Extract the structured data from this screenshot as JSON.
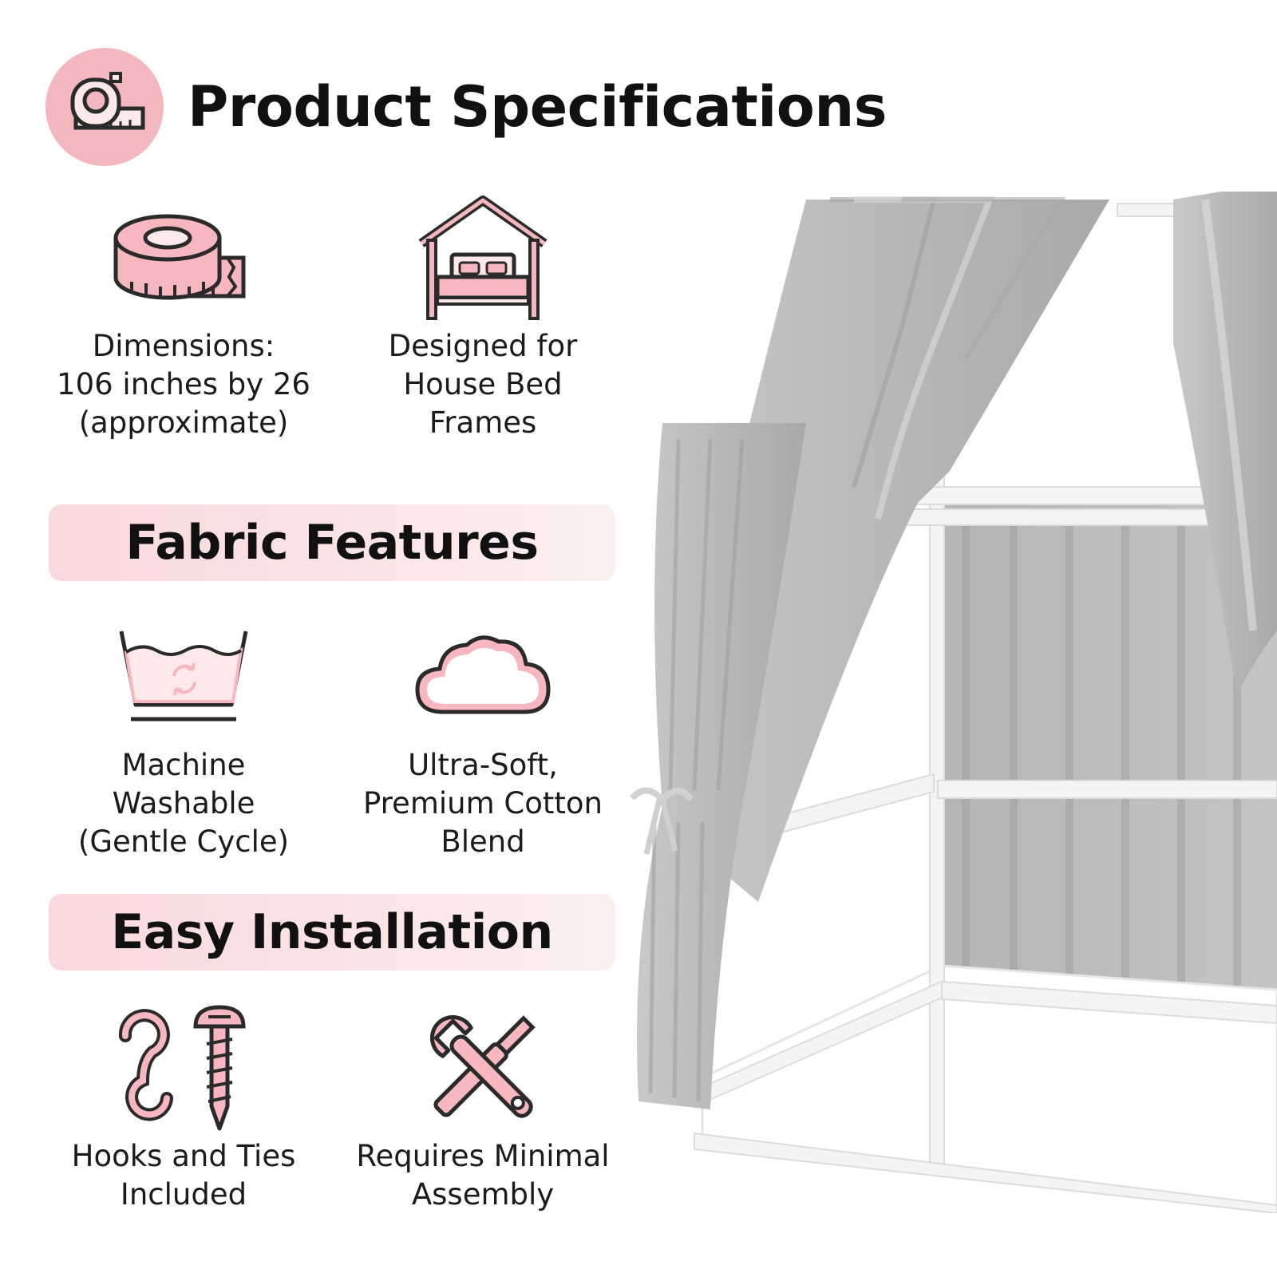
{
  "header": {
    "title": "Product Specifications",
    "icon": "tape-measure-icon"
  },
  "specs": [
    {
      "icon": "measuring-tape-icon",
      "caption": "Dimensions:\n106 inches by 26\n(approximate)"
    },
    {
      "icon": "house-bed-icon",
      "caption": "Designed for\nHouse Bed\nFrames"
    }
  ],
  "fabric": {
    "title": "Fabric Features",
    "items": [
      {
        "icon": "wash-tub-icon",
        "caption": "Machine\nWashable\n(Gentle Cycle)"
      },
      {
        "icon": "cloud-icon",
        "caption": "Ultra-Soft,\nPremium Cotton\nBlend"
      }
    ]
  },
  "installation": {
    "title": "Easy Installation",
    "items": [
      {
        "icon": "hook-and-screw-icon",
        "caption": "Hooks and Ties\nIncluded"
      },
      {
        "icon": "wrench-screwdriver-icon",
        "caption": "Requires Minimal\nAssembly"
      }
    ]
  },
  "colors": {
    "accent_pink": "#f3b8bd",
    "icon_fill": "#f7b7bf",
    "outline": "#2a2a2a",
    "curtain_gray": "#bdbdbd",
    "frame_white": "#f4f4f4"
  }
}
